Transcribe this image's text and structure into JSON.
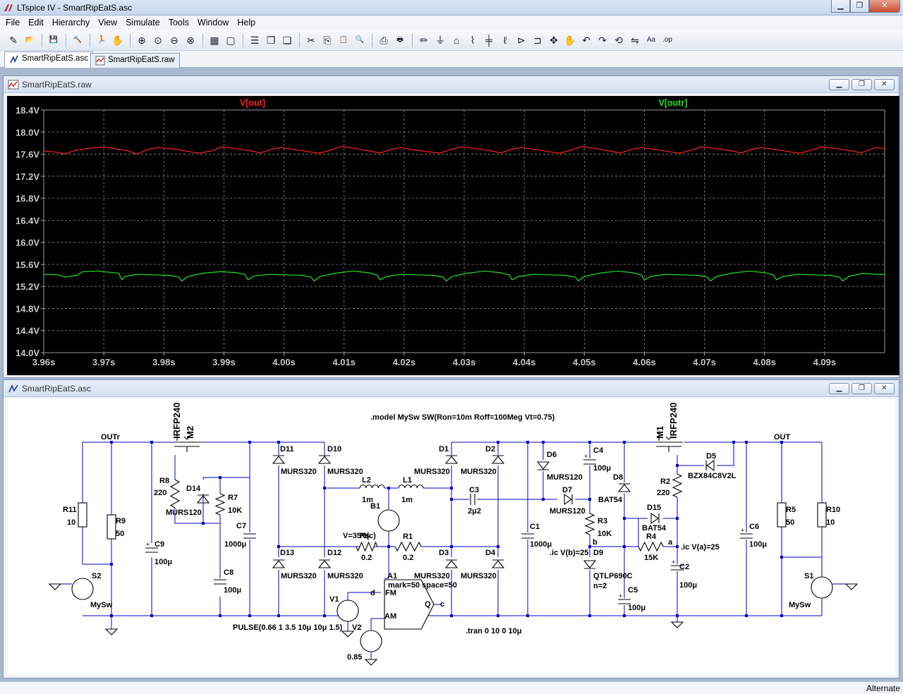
{
  "window": {
    "title": "LTspice IV - SmartRipEatS.asc",
    "controls": [
      "minimize",
      "maximize",
      "close"
    ]
  },
  "menu": [
    "File",
    "Edit",
    "Hierarchy",
    "View",
    "Simulate",
    "Tools",
    "Window",
    "Help"
  ],
  "toolbar": [
    {
      "icon": "new-schematic-icon",
      "glyph": "✎"
    },
    {
      "icon": "open-icon",
      "glyph": "📂"
    },
    {
      "sep": true
    },
    {
      "icon": "save-icon",
      "glyph": "💾"
    },
    {
      "sep": true
    },
    {
      "icon": "control-panel-icon",
      "glyph": "🔨"
    },
    {
      "sep": true
    },
    {
      "icon": "run-icon",
      "glyph": "🏃"
    },
    {
      "icon": "halt-icon",
      "glyph": "✋"
    },
    {
      "sep": true
    },
    {
      "icon": "zoom-in-icon",
      "glyph": "⊕"
    },
    {
      "icon": "zoom-pan-icon",
      "glyph": "⊙"
    },
    {
      "icon": "zoom-out-icon",
      "glyph": "⊖"
    },
    {
      "icon": "zoom-fit-icon",
      "glyph": "⊗"
    },
    {
      "sep": true
    },
    {
      "icon": "autorange-icon",
      "glyph": "▦"
    },
    {
      "icon": "undo-zoom-icon",
      "glyph": "▢"
    },
    {
      "sep": true
    },
    {
      "icon": "tile-horizontal-icon",
      "glyph": "☰"
    },
    {
      "icon": "cascade-icon",
      "glyph": "❐"
    },
    {
      "icon": "close-all-icon",
      "glyph": "❏"
    },
    {
      "sep": true
    },
    {
      "icon": "cut-icon",
      "glyph": "✂"
    },
    {
      "icon": "copy-icon",
      "glyph": "⎘"
    },
    {
      "icon": "paste-icon",
      "glyph": "📋"
    },
    {
      "icon": "find-icon",
      "glyph": "🔍"
    },
    {
      "sep": true
    },
    {
      "icon": "print-setup-icon",
      "glyph": "⎙"
    },
    {
      "icon": "print-icon",
      "glyph": "🖶"
    },
    {
      "sep": true
    },
    {
      "icon": "wire-icon",
      "glyph": "✏"
    },
    {
      "icon": "ground-icon",
      "glyph": "⏚"
    },
    {
      "icon": "label-net-icon",
      "glyph": "⌂"
    },
    {
      "icon": "resistor-icon",
      "glyph": "⌇"
    },
    {
      "icon": "capacitor-icon",
      "glyph": "╪"
    },
    {
      "icon": "inductor-icon",
      "glyph": "ℓ"
    },
    {
      "icon": "diode-icon",
      "glyph": "⊳"
    },
    {
      "icon": "component-icon",
      "glyph": "⊐"
    },
    {
      "icon": "move-icon",
      "glyph": "✥"
    },
    {
      "icon": "drag-icon",
      "glyph": "✋"
    },
    {
      "icon": "undo-icon",
      "glyph": "↶"
    },
    {
      "icon": "redo-icon",
      "glyph": "↷"
    },
    {
      "icon": "rotate-icon",
      "glyph": "⟲"
    },
    {
      "icon": "mirror-icon",
      "glyph": "⇋"
    },
    {
      "icon": "text-icon",
      "glyph": "Aa"
    },
    {
      "icon": "spice-directive-icon",
      "glyph": ".op"
    }
  ],
  "tabs": [
    {
      "label": "SmartRipEatS.asc",
      "active": true,
      "icon": "schematic-tab-icon"
    },
    {
      "label": "SmartRipEatS.raw",
      "active": false,
      "icon": "waveform-tab-icon"
    }
  ],
  "plot_window": {
    "title": "SmartRipEatS.raw"
  },
  "schematic_window": {
    "title": "SmartRipEatS.asc"
  },
  "chart_data": {
    "type": "line",
    "xlim": [
      3.96,
      4.1
    ],
    "ylim": [
      14.0,
      18.4
    ],
    "x_ticks": [
      "3.96s",
      "3.97s",
      "3.98s",
      "3.99s",
      "4.00s",
      "4.01s",
      "4.02s",
      "4.03s",
      "4.04s",
      "4.05s",
      "4.06s",
      "4.07s",
      "4.08s",
      "4.09s"
    ],
    "y_ticks": [
      "18.4V",
      "18.0V",
      "17.6V",
      "17.2V",
      "16.8V",
      "16.4V",
      "16.0V",
      "15.6V",
      "15.2V",
      "14.8V",
      "14.4V",
      "14.0V"
    ],
    "grid": true,
    "background": "#000000",
    "series": [
      {
        "name": "V[out]",
        "color": "#ff2020",
        "x": [
          3.96,
          3.9625,
          3.9635,
          3.965,
          3.967,
          3.97,
          3.974,
          3.9755,
          3.9775,
          3.979,
          3.982,
          3.985,
          3.986,
          3.988,
          3.9895,
          3.992,
          3.995,
          3.996,
          3.998,
          3.9995,
          4.002,
          4.005,
          4.006,
          4.008,
          4.0095,
          4.012,
          4.015,
          4.016,
          4.018,
          4.0195,
          4.022,
          4.025,
          4.026,
          4.028,
          4.0295,
          4.032,
          4.035,
          4.036,
          4.038,
          4.0395,
          4.042,
          4.045,
          4.046,
          4.048,
          4.0495,
          4.052,
          4.055,
          4.056,
          4.058,
          4.0595,
          4.062,
          4.065,
          4.066,
          4.068,
          4.0695,
          4.072,
          4.075,
          4.076,
          4.078,
          4.0795,
          4.082,
          4.085,
          4.086,
          4.088,
          4.0895,
          4.092,
          4.095,
          4.096,
          4.0985,
          4.1
        ],
        "y": [
          17.66,
          17.63,
          17.6,
          17.66,
          17.7,
          17.73,
          17.66,
          17.6,
          17.69,
          17.72,
          17.69,
          17.63,
          17.62,
          17.66,
          17.73,
          17.7,
          17.65,
          17.62,
          17.69,
          17.72,
          17.68,
          17.63,
          17.62,
          17.68,
          17.74,
          17.7,
          17.64,
          17.62,
          17.69,
          17.72,
          17.67,
          17.63,
          17.62,
          17.69,
          17.73,
          17.7,
          17.65,
          17.62,
          17.69,
          17.72,
          17.68,
          17.63,
          17.62,
          17.68,
          17.74,
          17.7,
          17.64,
          17.62,
          17.69,
          17.72,
          17.68,
          17.63,
          17.62,
          17.68,
          17.73,
          17.7,
          17.65,
          17.62,
          17.69,
          17.72,
          17.68,
          17.63,
          17.62,
          17.68,
          17.73,
          17.7,
          17.65,
          17.62,
          17.72,
          17.7
        ]
      },
      {
        "name": "V[outr]",
        "color": "#20e020",
        "x": [
          3.96,
          3.9625,
          3.9635,
          3.9655,
          3.9665,
          3.969,
          3.9725,
          3.973,
          3.9735,
          3.9755,
          3.9785,
          3.981,
          3.9825,
          3.983,
          3.984,
          3.9865,
          3.9895,
          3.992,
          3.9935,
          3.994,
          3.995,
          3.9975,
          4.0005,
          4.003,
          4.0045,
          4.005,
          4.006,
          4.0085,
          4.0115,
          4.014,
          4.0155,
          4.016,
          4.017,
          4.0195,
          4.0225,
          4.025,
          4.0265,
          4.027,
          4.028,
          4.0305,
          4.0335,
          4.036,
          4.0375,
          4.038,
          4.039,
          4.0415,
          4.0445,
          4.047,
          4.0485,
          4.049,
          4.05,
          4.0525,
          4.0555,
          4.058,
          4.0595,
          4.06,
          4.061,
          4.0635,
          4.0665,
          4.069,
          4.0705,
          4.071,
          4.072,
          4.0745,
          4.0775,
          4.08,
          4.0815,
          4.082,
          4.083,
          4.0855,
          4.0885,
          4.091,
          4.0925,
          4.093,
          4.094,
          4.0965,
          4.0985,
          4.1
        ],
        "y": [
          15.42,
          15.41,
          15.37,
          15.4,
          15.47,
          15.48,
          15.44,
          15.32,
          15.38,
          15.42,
          15.41,
          15.4,
          15.37,
          15.3,
          15.38,
          15.44,
          15.47,
          15.45,
          15.42,
          15.32,
          15.39,
          15.42,
          15.41,
          15.4,
          15.37,
          15.3,
          15.38,
          15.44,
          15.48,
          15.45,
          15.41,
          15.32,
          15.38,
          15.42,
          15.41,
          15.4,
          15.37,
          15.3,
          15.38,
          15.44,
          15.48,
          15.45,
          15.41,
          15.32,
          15.38,
          15.42,
          15.41,
          15.4,
          15.37,
          15.3,
          15.38,
          15.44,
          15.48,
          15.45,
          15.41,
          15.32,
          15.38,
          15.42,
          15.41,
          15.4,
          15.37,
          15.3,
          15.38,
          15.44,
          15.48,
          15.45,
          15.41,
          15.32,
          15.38,
          15.42,
          15.41,
          15.4,
          15.37,
          15.3,
          15.38,
          15.44,
          15.42,
          15.42
        ]
      }
    ]
  },
  "schematic": {
    "directives": [
      ".model MySw SW(Ron=10m Roff=100Meg Vt=0.75)",
      ".tran 0 10 0 10μ"
    ],
    "texts": [
      {
        "t": "OUTr"
      },
      {
        "t": "OUT"
      },
      {
        "t": "IRFP240"
      },
      {
        "t": "M2"
      },
      {
        "t": "IRFP240"
      },
      {
        "t": "M1"
      },
      {
        "t": "R8"
      },
      {
        "t": "220"
      },
      {
        "t": "D14"
      },
      {
        "t": "MURS120"
      },
      {
        "t": "R7"
      },
      {
        "t": "10K"
      },
      {
        "t": "C7"
      },
      {
        "t": "1000μ"
      },
      {
        "t": "C8"
      },
      {
        "t": "100μ"
      },
      {
        "t": "R11"
      },
      {
        "t": "10"
      },
      {
        "t": "R9"
      },
      {
        "t": "50"
      },
      {
        "t": "C9"
      },
      {
        "t": "100μ"
      },
      {
        "t": "S2"
      },
      {
        "t": "MySw"
      },
      {
        "t": "D11"
      },
      {
        "t": "MURS320"
      },
      {
        "t": "D10"
      },
      {
        "t": "MURS320"
      },
      {
        "t": "D13"
      },
      {
        "t": "MURS320"
      },
      {
        "t": "D12"
      },
      {
        "t": "MURS320"
      },
      {
        "t": "L2"
      },
      {
        "t": "1m"
      },
      {
        "t": "L1"
      },
      {
        "t": "1m"
      },
      {
        "t": "B1"
      },
      {
        "t": "V=35*I(c)"
      },
      {
        "t": "Rs"
      },
      {
        "t": "0.2"
      },
      {
        "t": "R1"
      },
      {
        "t": "0.2"
      },
      {
        "t": "A1"
      },
      {
        "t": "mark=50 space=50"
      },
      {
        "t": "FM"
      },
      {
        "t": "AM"
      },
      {
        "t": "Q"
      },
      {
        "t": "c"
      },
      {
        "t": "d"
      },
      {
        "t": "V1"
      },
      {
        "t": "V2"
      },
      {
        "t": "0.85"
      },
      {
        "t": "PULSE(0.66 1 3.5 10μ 10μ 1.5)"
      },
      {
        "t": "D1"
      },
      {
        "t": "MURS320"
      },
      {
        "t": "D2"
      },
      {
        "t": "MURS320"
      },
      {
        "t": "D3"
      },
      {
        "t": "MURS320"
      },
      {
        "t": "D4"
      },
      {
        "t": "MURS320"
      },
      {
        "t": "C3"
      },
      {
        "t": "2μ2"
      },
      {
        "t": "C1"
      },
      {
        "t": "1000μ"
      },
      {
        "t": "D6"
      },
      {
        "t": "MURS120"
      },
      {
        "t": "D7"
      },
      {
        "t": "MURS120"
      },
      {
        "t": "C4"
      },
      {
        "t": "100μ"
      },
      {
        "t": "D8"
      },
      {
        "t": "BAT54"
      },
      {
        "t": "R3"
      },
      {
        "t": "10K"
      },
      {
        "t": "b"
      },
      {
        "t": ".ic V(b)=25"
      },
      {
        "t": "D9"
      },
      {
        "t": "QTLP690C"
      },
      {
        "t": "n=2"
      },
      {
        "t": "C5"
      },
      {
        "t": "100μ"
      },
      {
        "t": "D15"
      },
      {
        "t": "BAT54"
      },
      {
        "t": "R4"
      },
      {
        "t": "15K"
      },
      {
        "t": "a"
      },
      {
        "t": ".ic V(a)=25"
      },
      {
        "t": "R2"
      },
      {
        "t": "220"
      },
      {
        "t": "D5"
      },
      {
        "t": "BZX84C8V2L"
      },
      {
        "t": "C2"
      },
      {
        "t": "100μ"
      },
      {
        "t": "C6"
      },
      {
        "t": "100μ"
      },
      {
        "t": "R5"
      },
      {
        "t": "50"
      },
      {
        "t": "R10"
      },
      {
        "t": "10"
      },
      {
        "t": "S1"
      },
      {
        "t": "MySw"
      }
    ]
  },
  "status": {
    "text": "Alternate"
  }
}
